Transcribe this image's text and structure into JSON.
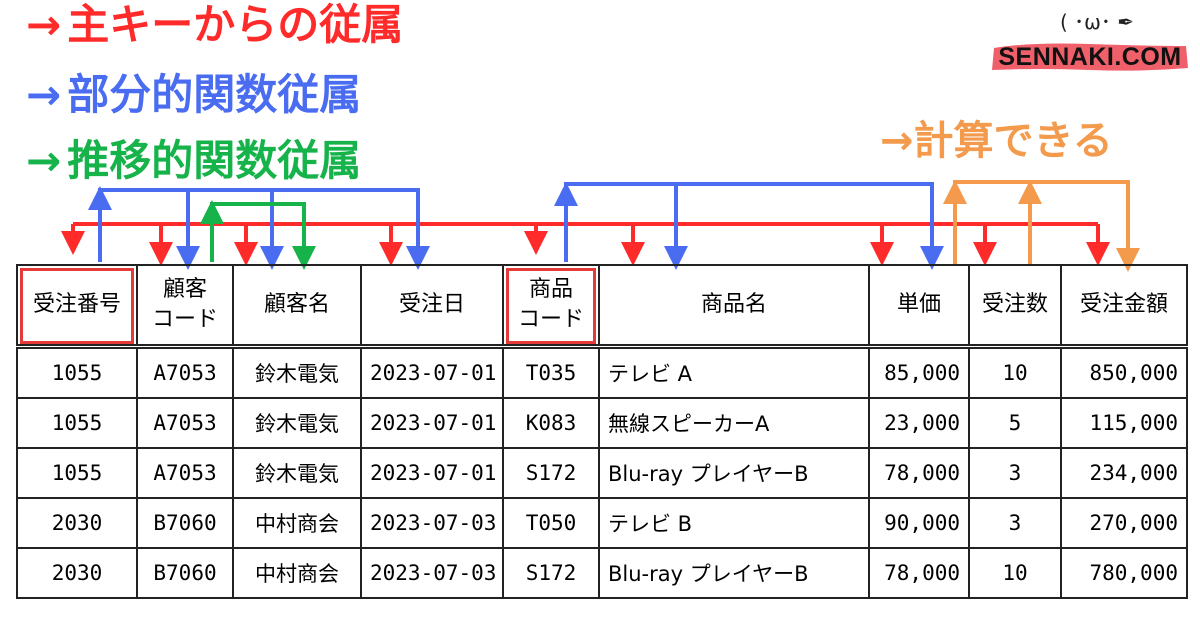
{
  "legend": {
    "arrow": "→",
    "primary_key": "主キーからの従属",
    "partial": "部分的関数従属",
    "transitive": "推移的関数従属",
    "computable": "計算できる"
  },
  "logo": {
    "face": "( ･ω･ ✒",
    "text": "SENNAKI.COM"
  },
  "colors": {
    "red": "#ff2a2a",
    "blue": "#4a6cf0",
    "green": "#15b34a",
    "orange": "#f39a4c"
  },
  "table": {
    "headers": [
      "受注番号",
      "顧客\nコード",
      "顧客名",
      "受注日",
      "商品\nコード",
      "商品名",
      "単価",
      "受注数",
      "受注金額"
    ],
    "rows": [
      [
        "1055",
        "A7053",
        "鈴木電気",
        "2023-07-01",
        "T035",
        "テレビ A",
        "85,000",
        "10",
        "850,000"
      ],
      [
        "1055",
        "A7053",
        "鈴木電気",
        "2023-07-01",
        "K083",
        "無線スピーカーA",
        "23,000",
        "5",
        "115,000"
      ],
      [
        "1055",
        "A7053",
        "鈴木電気",
        "2023-07-01",
        "S172",
        "Blu-ray プレイヤーB",
        "78,000",
        "3",
        "234,000"
      ],
      [
        "2030",
        "B7060",
        "中村商会",
        "2023-07-03",
        "T050",
        "テレビ B",
        "90,000",
        "3",
        "270,000"
      ],
      [
        "2030",
        "B7060",
        "中村商会",
        "2023-07-03",
        "S172",
        "Blu-ray プレイヤーB",
        "78,000",
        "10",
        "780,000"
      ]
    ]
  }
}
